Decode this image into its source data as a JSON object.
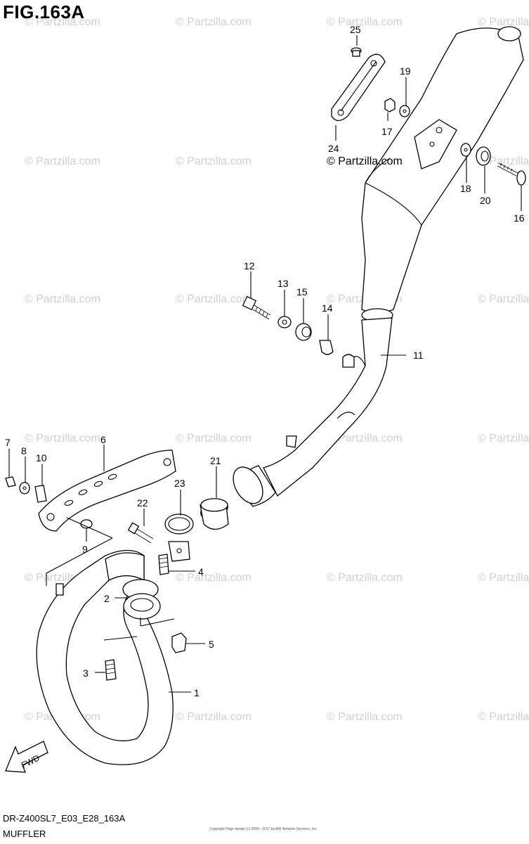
{
  "figure": {
    "title": "FIG.163A",
    "code": "DR-Z400SL7_E03_E28_163A",
    "caption": "MUFFLER",
    "copyright": "Copyright\nPage design (c) 2004 - 2017 by ARI Network Services, Inc."
  },
  "watermark": {
    "text": "© Partzilla.com",
    "main_text": "© Partzilla.com"
  },
  "direction_arrow": {
    "label": "FWD"
  },
  "parts": [
    {
      "num": "1"
    },
    {
      "num": "2"
    },
    {
      "num": "3"
    },
    {
      "num": "4"
    },
    {
      "num": "5"
    },
    {
      "num": "6"
    },
    {
      "num": "7"
    },
    {
      "num": "8"
    },
    {
      "num": "9"
    },
    {
      "num": "10"
    },
    {
      "num": "11"
    },
    {
      "num": "12"
    },
    {
      "num": "13"
    },
    {
      "num": "14"
    },
    {
      "num": "15"
    },
    {
      "num": "16"
    },
    {
      "num": "17"
    },
    {
      "num": "18"
    },
    {
      "num": "19"
    },
    {
      "num": "20"
    },
    {
      "num": "21"
    },
    {
      "num": "22"
    },
    {
      "num": "23"
    },
    {
      "num": "24"
    },
    {
      "num": "25"
    }
  ]
}
